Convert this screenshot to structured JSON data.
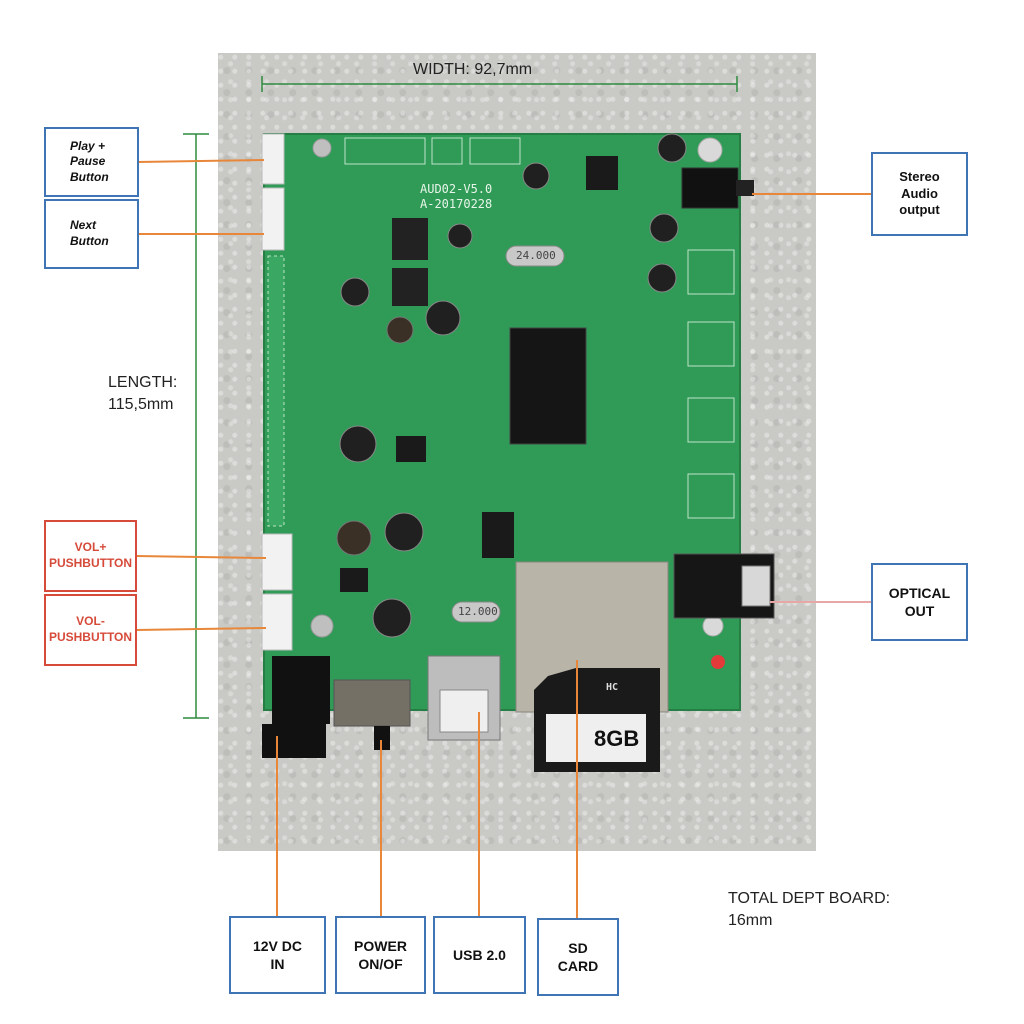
{
  "dimensions": {
    "width_label": "WIDTH: 92,7mm",
    "length_label": "LENGTH:\n115,5mm",
    "depth_label": "TOTAL DEPT BOARD:\n16mm"
  },
  "board": {
    "model": "AUD02-V5.0",
    "date_code": "A-20170228",
    "crystal_1": "24.000",
    "crystal_2": "12.000",
    "sd_card_capacity": "8GB",
    "sd_card_logo": "HC"
  },
  "labels": {
    "play_pause": "Play +\nPause\nButton",
    "next": "Next\nButton",
    "vol_plus": "VOL+\nPUSHBUTTON",
    "vol_minus": "VOL-\nPUSHBUTTON",
    "stereo_out": "Stereo\nAudio\noutput",
    "optical_out": "OPTICAL\nOUT",
    "dc_in": "12V DC\nIN",
    "power": "POWER\nON/OF",
    "usb": "USB 2.0",
    "sd_card": "SD\nCARD"
  },
  "colors": {
    "leader_line": "#e8873a",
    "optical_leader": "#e9a6a6",
    "dimension_line": "#2e8b3e",
    "box_blue": "#3f74b5",
    "box_red": "#d64a3a",
    "pcb_green": "#2f9b56"
  }
}
